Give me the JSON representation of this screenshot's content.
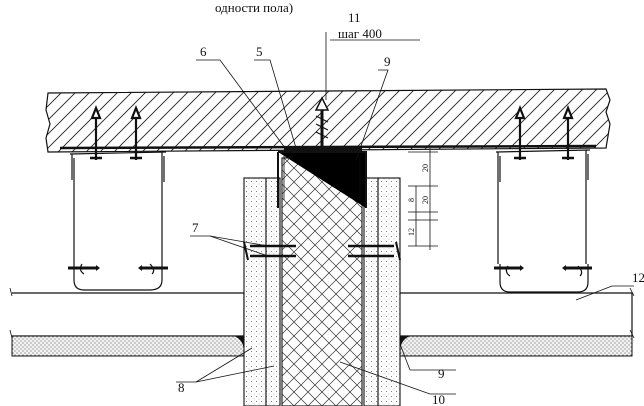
{
  "header_fragment": "одности пола)",
  "labels": {
    "l5": "5",
    "l6": "6",
    "l7": "7",
    "l8": "8",
    "l9a": "9",
    "l9b": "9",
    "l10": "10",
    "l11": "11",
    "l12": "12",
    "step": "шаг 400"
  },
  "dimensions": {
    "d20a": "20",
    "d20b": "20",
    "d8": "8",
    "d12": "12"
  }
}
